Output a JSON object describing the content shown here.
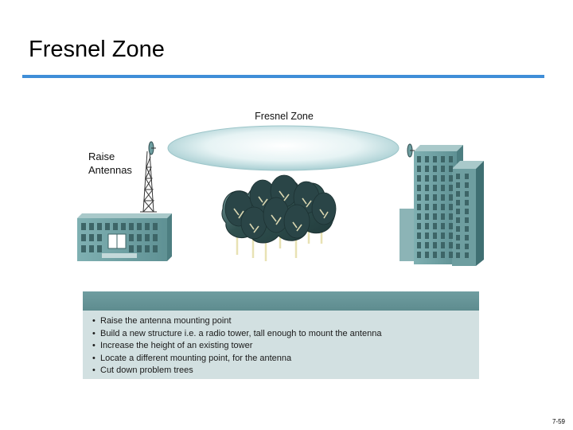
{
  "slide": {
    "title": "Fresnel Zone",
    "page_number": "7-59"
  },
  "diagram": {
    "fresnel_label": "Fresnel Zone",
    "raise_label_line1": "Raise",
    "raise_label_line2": "Antennas"
  },
  "bullets": [
    "Raise the antenna mounting point",
    "Build a new structure i.e. a radio tower, tall enough to mount the antenna",
    "Increase the height of an existing tower",
    "Locate a different mounting point, for the antenna",
    "Cut down problem trees"
  ],
  "colors": {
    "title_rule": "#3f8ed8",
    "building": "#6e9ea0",
    "tree": "#2f4c4f",
    "box_header": "#6f9da0",
    "box_body": "#d2e0e1"
  }
}
